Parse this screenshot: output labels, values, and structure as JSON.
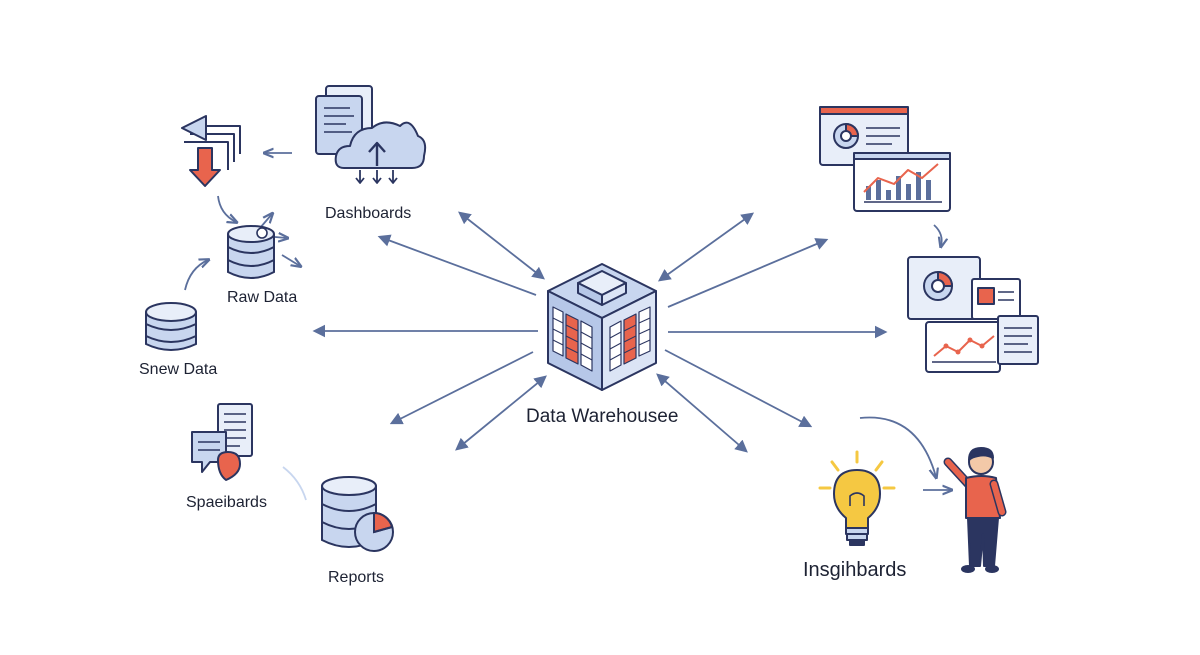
{
  "labels": {
    "dashboards": "Dashboards",
    "raw_data": "Raw Data",
    "snew_data": "Snew Data",
    "spaeibards": "Spaeibards",
    "reports": "Reports",
    "warehouse": "Data Warehousee",
    "insights": "Insgihbards"
  },
  "colors": {
    "line": "#5b6f9c",
    "outline": "#2b3560",
    "fill_blue": "#c8d6ef",
    "fill_light": "#e8eef9",
    "accent_red": "#e8644d",
    "bulb_yellow": "#f5c842",
    "person_shirt": "#e8644d",
    "person_pants": "#2b3560"
  }
}
